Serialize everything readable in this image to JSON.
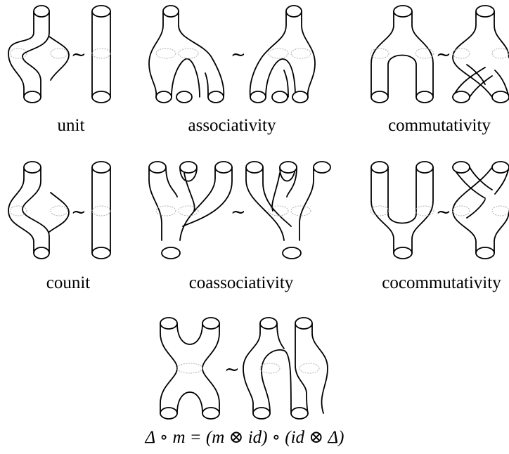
{
  "relations": [
    {
      "id": "unit",
      "label": "unit"
    },
    {
      "id": "associativity",
      "label": "associativity"
    },
    {
      "id": "commutativity",
      "label": "commutativity"
    },
    {
      "id": "counit",
      "label": "counit"
    },
    {
      "id": "coassociativity",
      "label": "coassociativity"
    },
    {
      "id": "cocommutativity",
      "label": "cocommutativity"
    }
  ],
  "equivalence_symbol": "~",
  "frobenius_formula": "Δ ∘ m = (m ⊗ id) ∘ (id ⊗ Δ)"
}
